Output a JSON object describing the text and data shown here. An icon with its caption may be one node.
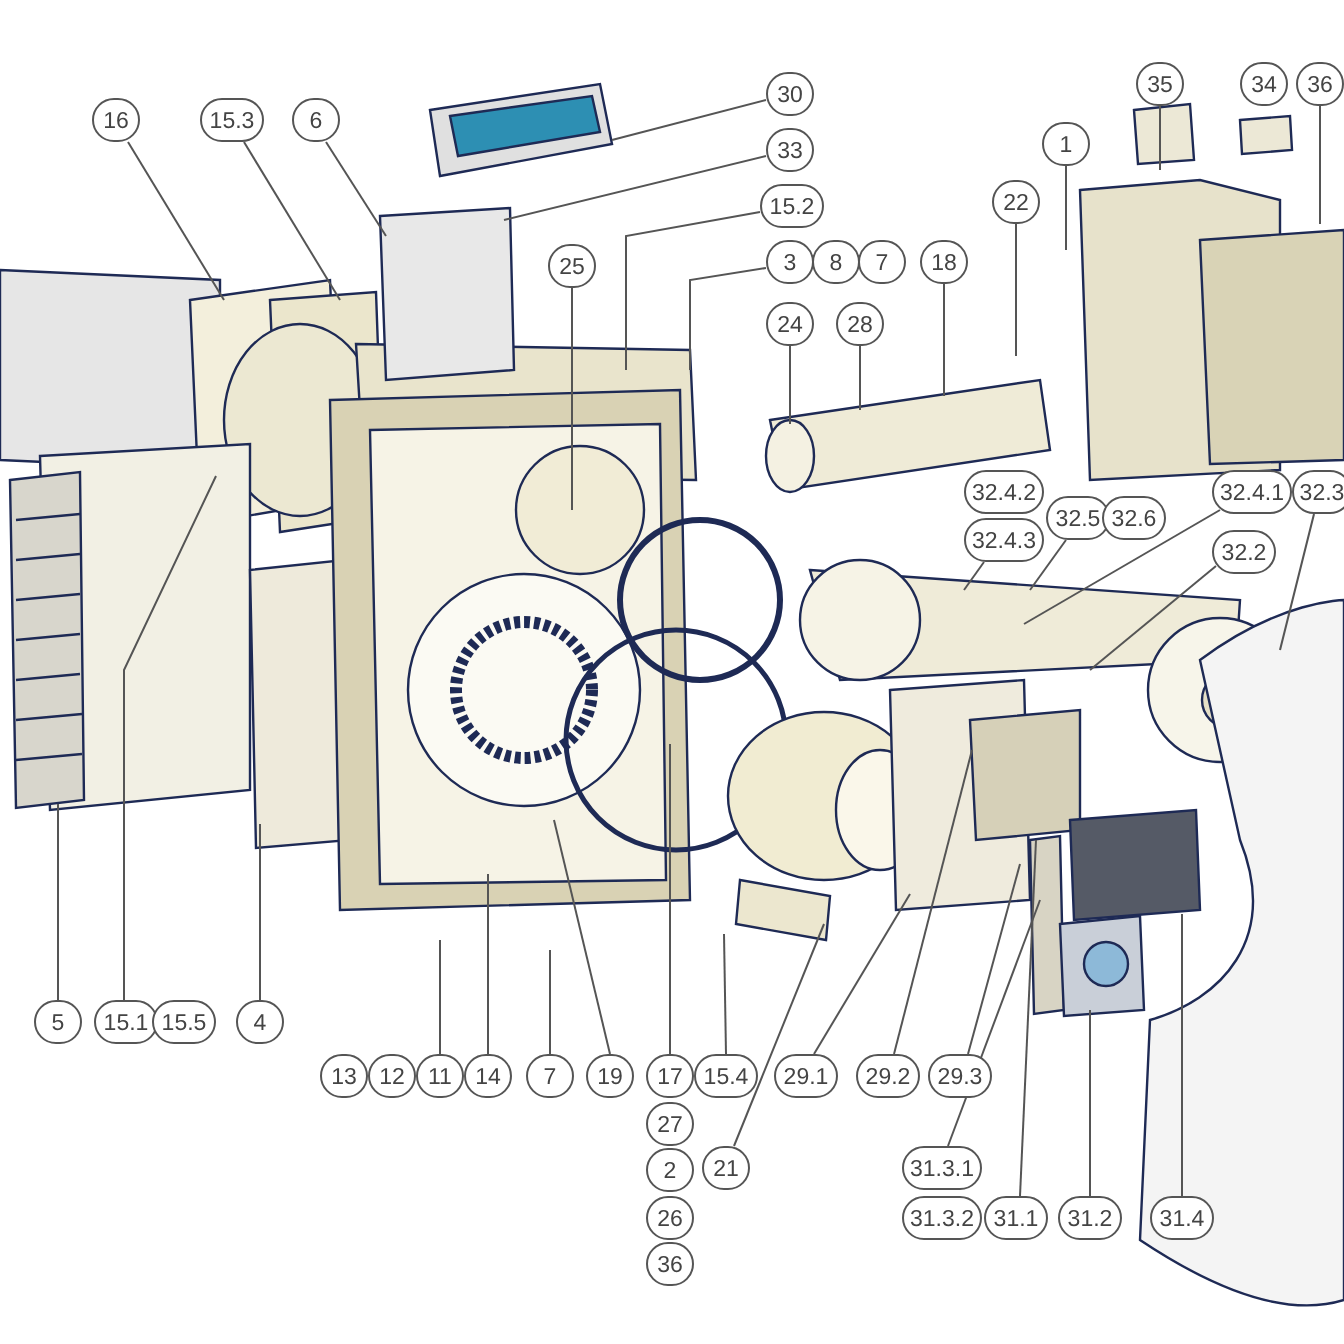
{
  "diagram": {
    "nodes": [
      {
        "text": [
          "30"
        ]
      },
      {
        "text": [
          "35"
        ]
      },
      {
        "text": [
          "34"
        ]
      },
      {
        "text": [
          "36"
        ]
      },
      {
        "text": [
          "16"
        ]
      },
      {
        "text": [
          "15.3"
        ]
      },
      {
        "text": [
          "6"
        ]
      },
      {
        "text": [
          "1"
        ]
      },
      {
        "text": [
          "33"
        ]
      },
      {
        "text": [
          "22"
        ]
      },
      {
        "text": [
          "15.2"
        ]
      },
      {
        "text": [
          "3"
        ]
      },
      {
        "text": [
          "8"
        ]
      },
      {
        "text": [
          "7"
        ]
      },
      {
        "text": [
          "18"
        ]
      },
      {
        "text": [
          "25"
        ]
      },
      {
        "text": [
          "24"
        ]
      },
      {
        "text": [
          "28"
        ]
      },
      {
        "text": [
          "32.4.2"
        ]
      },
      {
        "text": [
          "32.5"
        ]
      },
      {
        "text": [
          "32.6"
        ]
      },
      {
        "text": [
          "32.4.1"
        ]
      },
      {
        "text": [
          "32.3"
        ]
      },
      {
        "text": [
          "32.4.3"
        ]
      },
      {
        "text": [
          "32.2"
        ]
      },
      {
        "text": [
          "5"
        ]
      },
      {
        "text": [
          "15.1"
        ]
      },
      {
        "text": [
          "15.5"
        ]
      },
      {
        "text": [
          "4"
        ]
      },
      {
        "text": [
          "13"
        ]
      },
      {
        "text": [
          "12"
        ]
      },
      {
        "text": [
          "11"
        ]
      },
      {
        "text": [
          "14"
        ]
      },
      {
        "text": [
          "7"
        ]
      },
      {
        "text": [
          "19"
        ]
      },
      {
        "text": [
          "17"
        ]
      },
      {
        "text": [
          "15.4"
        ]
      },
      {
        "text": [
          "29.1"
        ]
      },
      {
        "text": [
          "29.2"
        ]
      },
      {
        "text": [
          "29.3"
        ]
      },
      {
        "text": [
          "27"
        ]
      },
      {
        "text": [
          "2"
        ]
      },
      {
        "text": [
          "21"
        ]
      },
      {
        "text": [
          "31.3.1"
        ]
      },
      {
        "text": [
          "26"
        ]
      },
      {
        "text": [
          "31.3.2"
        ]
      },
      {
        "text": [
          "31.1"
        ]
      },
      {
        "text": [
          "31.2"
        ]
      },
      {
        "text": [
          "31.4"
        ]
      },
      {
        "text": [
          "36"
        ]
      }
    ],
    "edges": [
      {
        "from": 0,
        "to": null,
        "arrow": "none"
      },
      {
        "from": 1,
        "to": null,
        "arrow": "none"
      },
      {
        "from": 3,
        "to": null,
        "arrow": "none"
      },
      {
        "from": 4,
        "to": null,
        "arrow": "none"
      },
      {
        "from": 5,
        "to": null,
        "arrow": "none"
      },
      {
        "from": 6,
        "to": null,
        "arrow": "none"
      },
      {
        "from": 7,
        "to": null,
        "arrow": "none"
      },
      {
        "from": 8,
        "to": null,
        "arrow": "none"
      },
      {
        "from": 9,
        "to": null,
        "arrow": "none"
      },
      {
        "from": 10,
        "to": null,
        "arrow": "none"
      },
      {
        "from": 11,
        "to": null,
        "arrow": "none"
      },
      {
        "from": 14,
        "to": null,
        "arrow": "none"
      },
      {
        "from": 15,
        "to": null,
        "arrow": "none"
      },
      {
        "from": 16,
        "to": null,
        "arrow": "none"
      },
      {
        "from": 17,
        "to": null,
        "arrow": "none"
      },
      {
        "from": 19,
        "to": null,
        "arrow": "none"
      },
      {
        "from": 21,
        "to": null,
        "arrow": "none"
      },
      {
        "from": 22,
        "to": null,
        "arrow": "none"
      },
      {
        "from": 23,
        "to": null,
        "arrow": "none"
      },
      {
        "from": 24,
        "to": null,
        "arrow": "none"
      },
      {
        "from": 25,
        "to": null,
        "arrow": "none"
      },
      {
        "from": 26,
        "to": null,
        "arrow": "none"
      },
      {
        "from": 28,
        "to": null,
        "arrow": "none"
      },
      {
        "from": 31,
        "to": null,
        "arrow": "none"
      },
      {
        "from": 32,
        "to": null,
        "arrow": "none"
      },
      {
        "from": 33,
        "to": null,
        "arrow": "none"
      },
      {
        "from": 34,
        "to": null,
        "arrow": "none"
      },
      {
        "from": 35,
        "to": null,
        "arrow": "none"
      },
      {
        "from": 36,
        "to": null,
        "arrow": "none"
      },
      {
        "from": 37,
        "to": null,
        "arrow": "none"
      },
      {
        "from": 38,
        "to": null,
        "arrow": "none"
      },
      {
        "from": 39,
        "to": null,
        "arrow": "none"
      },
      {
        "from": 42,
        "to": null,
        "arrow": "none"
      },
      {
        "from": 43,
        "to": null,
        "arrow": "none"
      },
      {
        "from": 46,
        "to": null,
        "arrow": "none"
      },
      {
        "from": 47,
        "to": null,
        "arrow": "none"
      },
      {
        "from": 48,
        "to": null,
        "arrow": "none"
      }
    ]
  }
}
